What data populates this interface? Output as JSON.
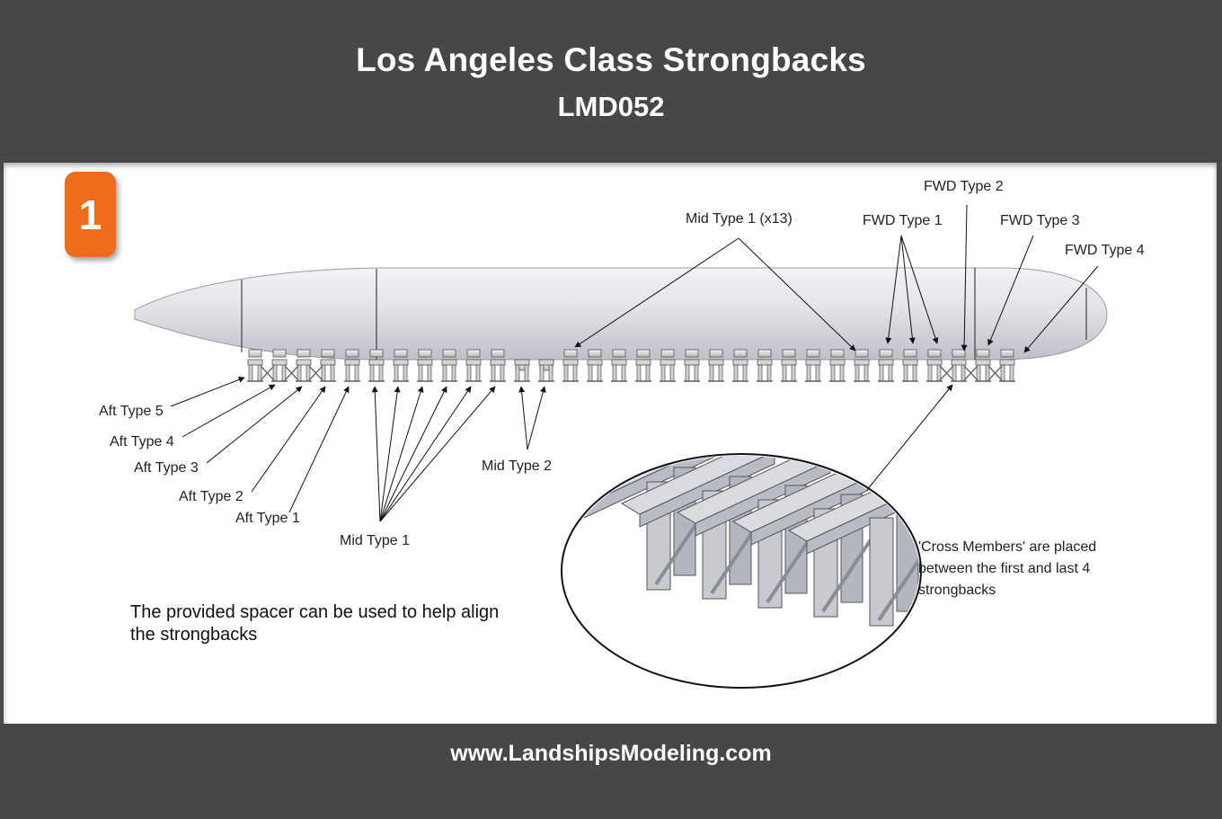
{
  "header": {
    "title": "Los Angeles Class Strongbacks",
    "subtitle": "LMD052"
  },
  "step": {
    "number": "1"
  },
  "labels": {
    "mid_type_1_x13": "Mid Type 1 (x13)",
    "fwd_type_1": "FWD Type 1",
    "fwd_type_2": "FWD Type 2",
    "fwd_type_3": "FWD Type 3",
    "fwd_type_4": "FWD Type 4",
    "aft_type_5": "Aft Type 5",
    "aft_type_4": "Aft Type 4",
    "aft_type_3": "Aft Type 3",
    "aft_type_2": "Aft Type 2",
    "aft_type_1": "Aft Type 1",
    "mid_type_1": "Mid Type 1",
    "mid_type_2": "Mid Type 2"
  },
  "notes": {
    "spacer": "The provided spacer can be used to help align the strongbacks",
    "cross_members": "'Cross Members' are placed between the first and last 4 strongbacks"
  },
  "footer": {
    "url": "www.LandshipsModeling.com"
  },
  "colors": {
    "header_bg": "#474747",
    "badge": "#ee6c1b",
    "panel_bg": "#ffffff"
  }
}
